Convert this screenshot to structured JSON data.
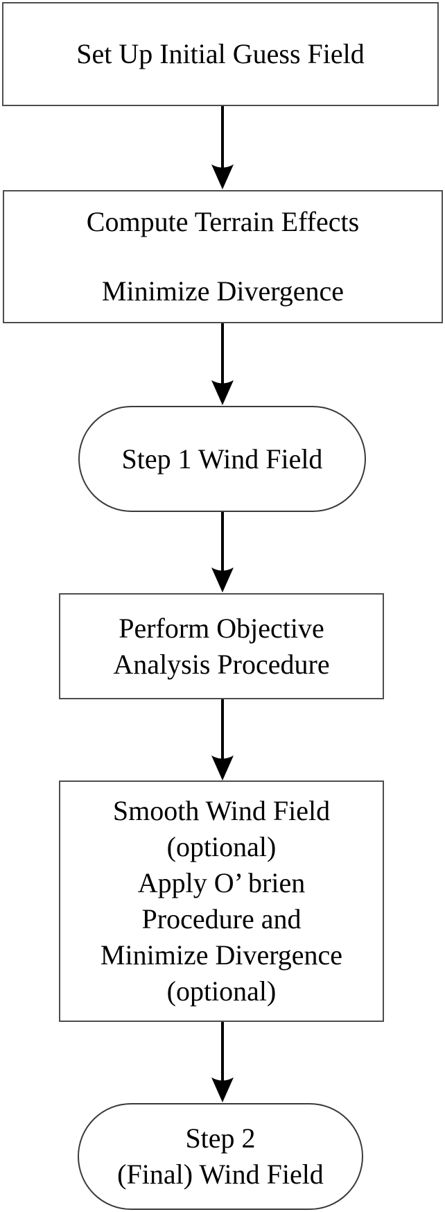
{
  "diagram": {
    "title": "Wind field two-step procedure flowchart",
    "colors": {
      "background": "#ffffff",
      "rect_border": "#4d4d4d",
      "stadium_border": "#3a3a3a",
      "arrow": "#000000",
      "text": "#000000"
    },
    "nodes": [
      {
        "id": "n1",
        "shape": "rect",
        "label_lines": [
          "Set Up Initial Guess Field"
        ]
      },
      {
        "id": "n2",
        "shape": "rect",
        "label_lines": [
          "Compute Terrain Effects",
          "Minimize Divergence"
        ]
      },
      {
        "id": "n3",
        "shape": "stadium",
        "label_lines": [
          "Step 1 Wind Field"
        ]
      },
      {
        "id": "n4",
        "shape": "rect",
        "label_lines": [
          "Perform Objective",
          "Analysis Procedure"
        ]
      },
      {
        "id": "n5",
        "shape": "rect",
        "label_lines": [
          "Smooth Wind Field",
          "(optional)",
          "Apply O’ brien",
          "Procedure and",
          "Minimize Divergence",
          "(optional)"
        ]
      },
      {
        "id": "n6",
        "shape": "stadium",
        "label_lines": [
          "Step 2",
          "(Final) Wind Field"
        ]
      }
    ],
    "arrows": [
      {
        "from": "n1",
        "to": "n2"
      },
      {
        "from": "n2",
        "to": "n3"
      },
      {
        "from": "n3",
        "to": "n4"
      },
      {
        "from": "n4",
        "to": "n5"
      },
      {
        "from": "n5",
        "to": "n6"
      }
    ]
  }
}
